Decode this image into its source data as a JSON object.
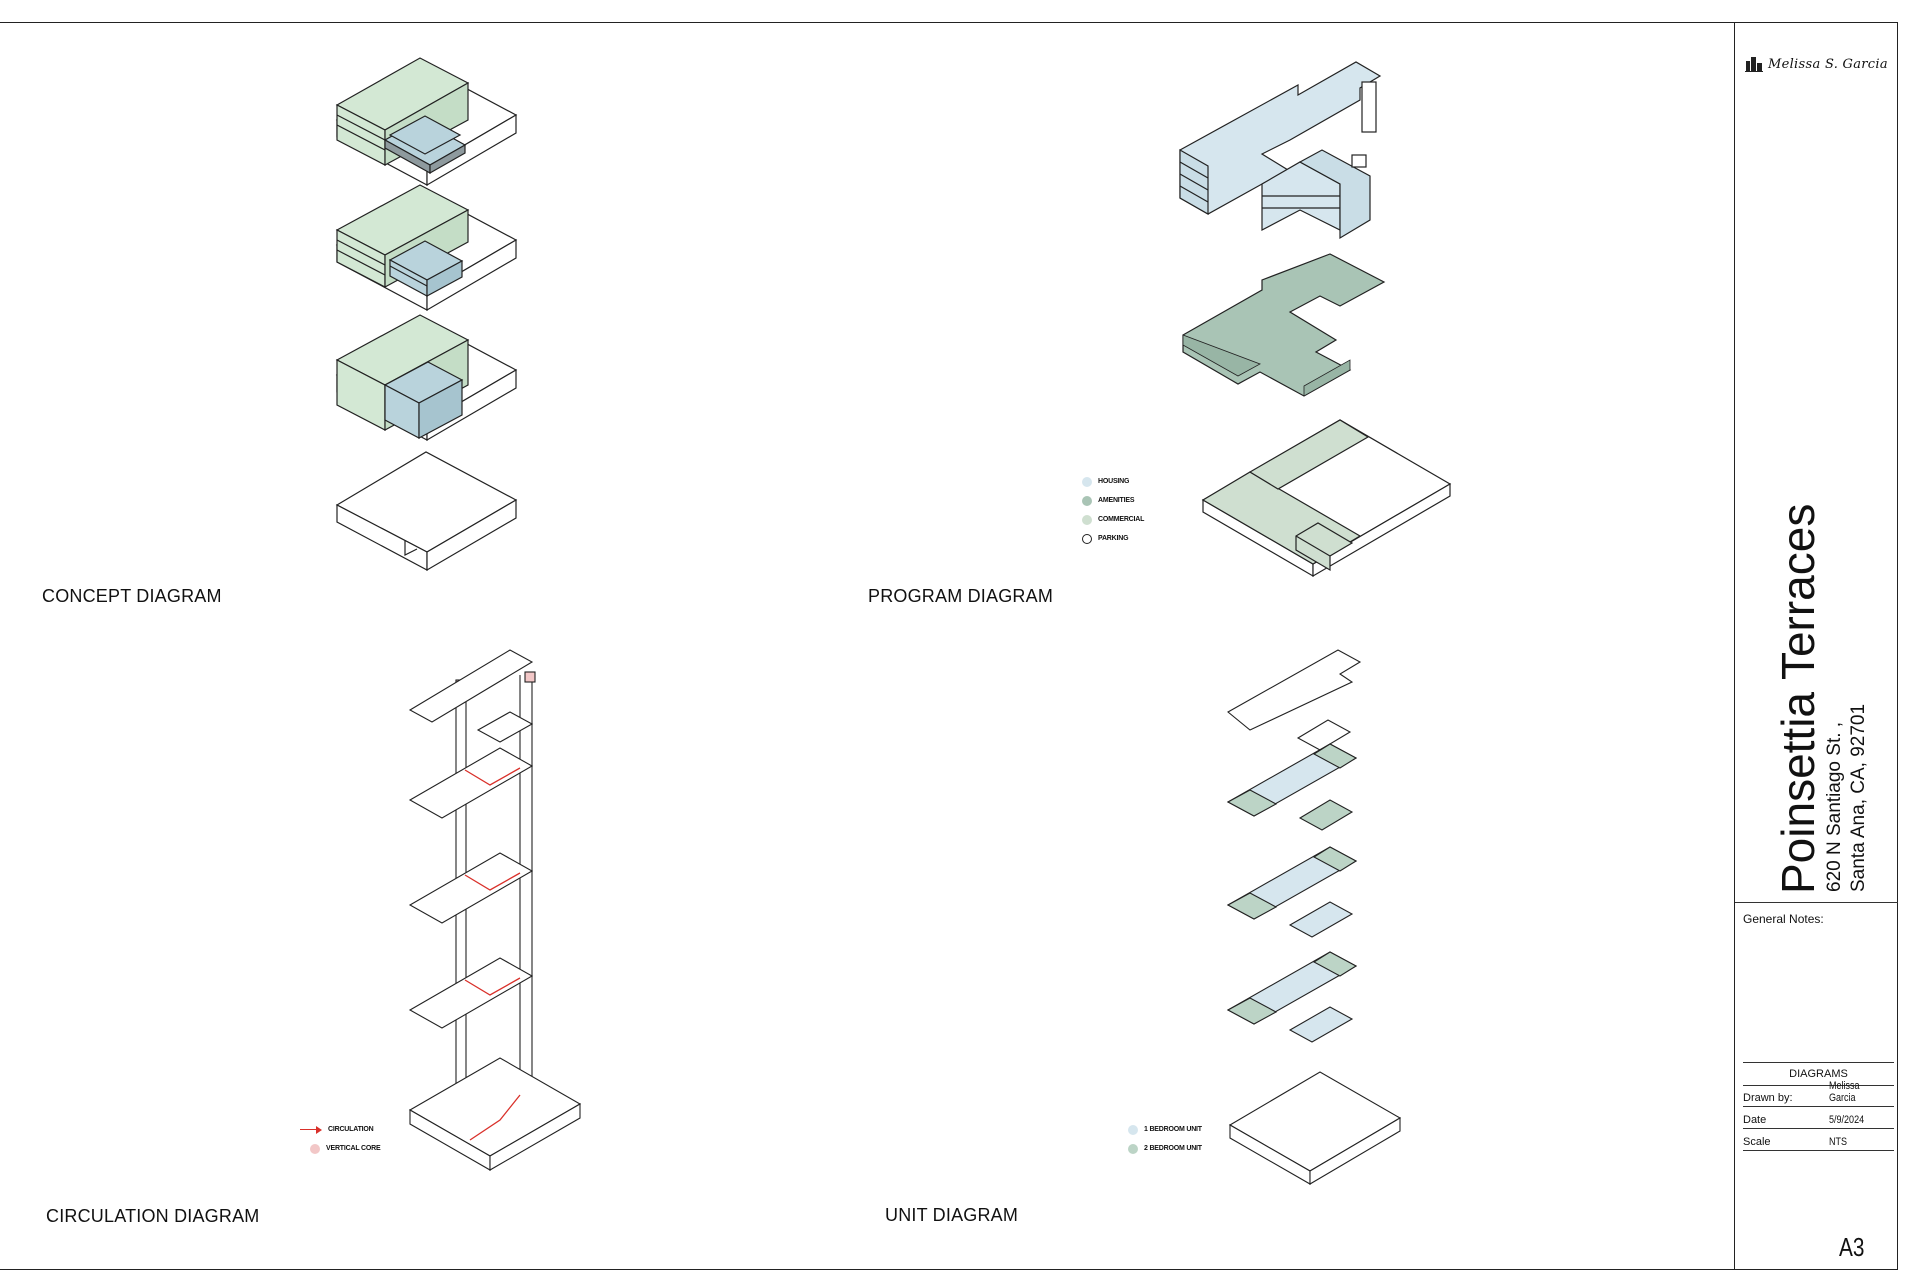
{
  "colors": {
    "housing": "#d6e6ee",
    "amenities": "#a9c4b5",
    "commercial": "#cfdfd0",
    "parking": "#ffffff",
    "concept_green": "#d3e8d4",
    "concept_blue": "#b9d3dc",
    "circulation": "#d9302a",
    "vertical_core": "#f2c7c7",
    "one_bed": "#d6e6ee",
    "two_bed": "#bcd4c6"
  },
  "diagrams": {
    "concept": {
      "label": "CONCEPT DIAGRAM"
    },
    "program": {
      "label": "PROGRAM DIAGRAM",
      "legend": [
        {
          "label": "HOUSING",
          "color": "#d6e6ee"
        },
        {
          "label": "AMENITIES",
          "color": "#a9c4b5"
        },
        {
          "label": "COMMERCIAL",
          "color": "#cfdfd0"
        },
        {
          "label": "PARKING",
          "color": "#ffffff"
        }
      ]
    },
    "circulation": {
      "label": "CIRCULATION DIAGRAM",
      "legend": [
        {
          "label": "CIRCULATION",
          "kind": "arrow"
        },
        {
          "label": "VERTICAL CORE",
          "color": "#f2c7c7"
        }
      ]
    },
    "unit": {
      "label": "UNIT DIAGRAM",
      "legend": [
        {
          "label": "1 BEDROOM UNIT",
          "color": "#d6e6ee"
        },
        {
          "label": "2 BEDROOM UNIT",
          "color": "#bcd4c6"
        }
      ]
    }
  },
  "titleblock": {
    "logo_text": "Melissa S. Garcia",
    "project_title": "Poinsettia Terraces",
    "address_line1": "620 N Santiago St. ,",
    "address_line2": "Santa Ana, CA, 92701",
    "notes_label": "General Notes:",
    "section": "DIAGRAMS",
    "drawn_by_label": "Drawn by:",
    "drawn_by": "Melissa Garcia",
    "date_label": "Date",
    "date": "5/9/2024",
    "scale_label": "Scale",
    "scale": "NTS",
    "sheet_number": "A3"
  }
}
